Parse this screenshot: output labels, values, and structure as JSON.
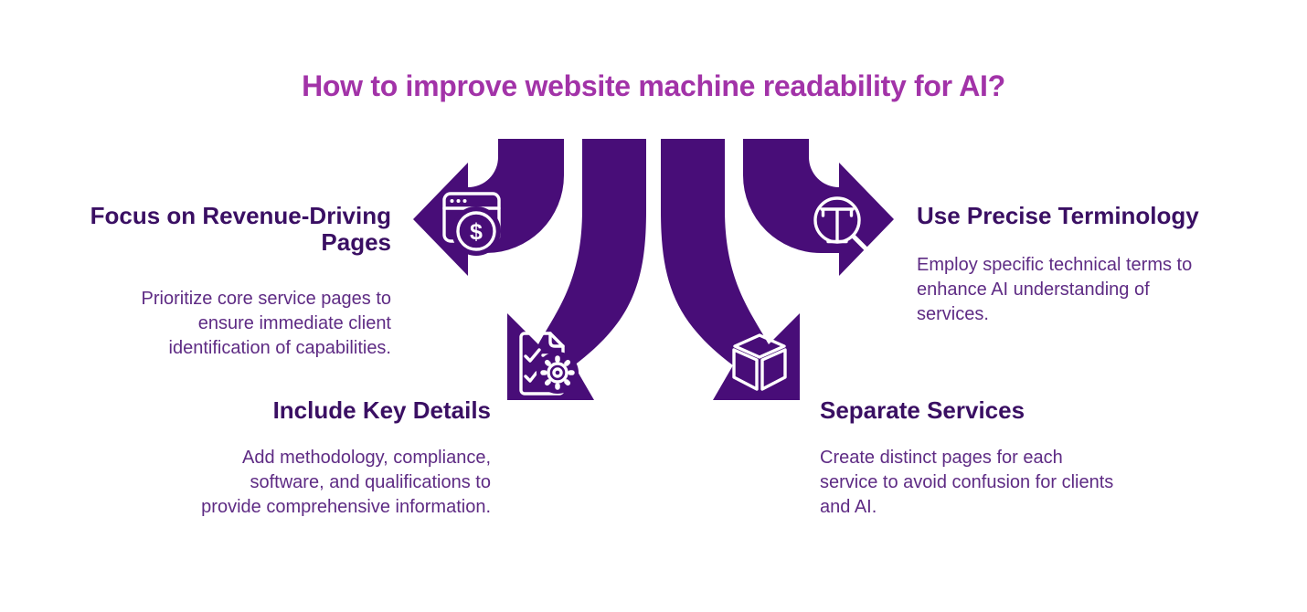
{
  "title": {
    "text": "How to improve website machine readability for AI?"
  },
  "colors": {
    "background": "#FFFFFF",
    "arrow": "#480D78",
    "title": "#A233A8",
    "heading": "#3A0F63",
    "body": "#5E2B84",
    "icon": "#FFFFFF"
  },
  "icons": {
    "dollar_symbol": "$"
  },
  "sections": [
    {
      "id": "revenue-pages",
      "icon": "browser-dollar-icon",
      "heading_lines": [
        "Focus on Revenue-Driving",
        "Pages"
      ],
      "body_lines": [
        "Prioritize core service pages to",
        "ensure immediate client",
        "identification of capabilities."
      ]
    },
    {
      "id": "precise-terminology",
      "icon": "magnifier-text-icon",
      "heading_lines": [
        "Use Precise Terminology"
      ],
      "body_lines": [
        "Employ specific technical terms to",
        "enhance AI understanding of",
        "services."
      ]
    },
    {
      "id": "key-details",
      "icon": "checklist-gear-icon",
      "heading_lines": [
        "Include Key Details"
      ],
      "body_lines": [
        "Add methodology, compliance,",
        "software, and qualifications to",
        "provide comprehensive information."
      ]
    },
    {
      "id": "separate-services",
      "icon": "cube-icon",
      "heading_lines": [
        "Separate Services"
      ],
      "body_lines": [
        "Create distinct pages for each",
        "service to avoid confusion for clients",
        "and AI."
      ]
    }
  ]
}
